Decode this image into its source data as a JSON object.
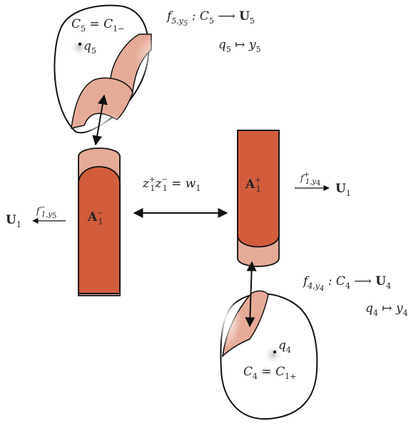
{
  "colors": {
    "cylinder_fill": "#d25d3b",
    "band_fill": "#e6aa99",
    "outline": "#111111",
    "shadow": "#dddddd"
  },
  "labels": {
    "f5_map": "f5,y5 : C5 ⟶ U5",
    "q5_map": "q5 ↦ y5",
    "c5": "C5 = C1−",
    "q5": "q5",
    "z_relation": "z1+ z1− = w1",
    "a_plus": "A1+",
    "a_minus": "A1−",
    "u1_left": "U1",
    "f_minus_arrow": "f1,y5−",
    "u1_right": "U1",
    "f_plus_arrow": "f1,y4+",
    "f4_map": "f4,y4 : C4 ⟶ U4",
    "q4_map": "q4 ↦ y4",
    "q4": "q4",
    "c4": "C4 = C1+"
  },
  "label_parts": {
    "f5_map": {
      "f": "f",
      "sub": "5,y",
      "subsub": "5",
      "mid": " : C",
      "c_sub": "5",
      "arrow": " ⟶ ",
      "U": "U",
      "U_sub": "5"
    },
    "q5_map": {
      "q": "q",
      "q_sub": "5",
      "maps": " ↦ ",
      "y": "y",
      "y_sub": "5"
    },
    "c5": {
      "C": "C",
      "C_sub": "5",
      "eq": " = C",
      "rhs_sub": "1−"
    },
    "q5": {
      "q": "q",
      "sub": "5"
    },
    "z_relation": {
      "z1": "z",
      "z1_sub": "1",
      "z1_sup": "+",
      "z2": "z",
      "z2_sub": "1",
      "z2_sup": "−",
      "eq": " = w",
      "w_sub": "1"
    },
    "a_plus": {
      "A": "A",
      "sub": "1",
      "sup": "+"
    },
    "a_minus": {
      "A": "A",
      "sub": "1",
      "sup": "−"
    },
    "u1_left": {
      "U": "U",
      "sub": "1"
    },
    "f_minus_arrow": {
      "f": "f",
      "sub": "1,y",
      "subsub": "5",
      "sup": "−"
    },
    "u1_right": {
      "U": "U",
      "sub": "1"
    },
    "f_plus_arrow": {
      "f": "f",
      "sub": "1,y",
      "subsub": "4",
      "sup": "+"
    },
    "f4_map": {
      "f": "f",
      "sub": "4,y",
      "subsub": "4",
      "mid": " : C",
      "c_sub": "4",
      "arrow": " ⟶ ",
      "U": "U",
      "U_sub": "4"
    },
    "q4_map": {
      "q": "q",
      "q_sub": "4",
      "maps": " ↦ ",
      "y": "y",
      "y_sub": "4"
    },
    "q4": {
      "q": "q",
      "sub": "4"
    },
    "c4": {
      "C": "C",
      "C_sub": "4",
      "eq": " = C",
      "rhs_sub": "1+"
    }
  }
}
